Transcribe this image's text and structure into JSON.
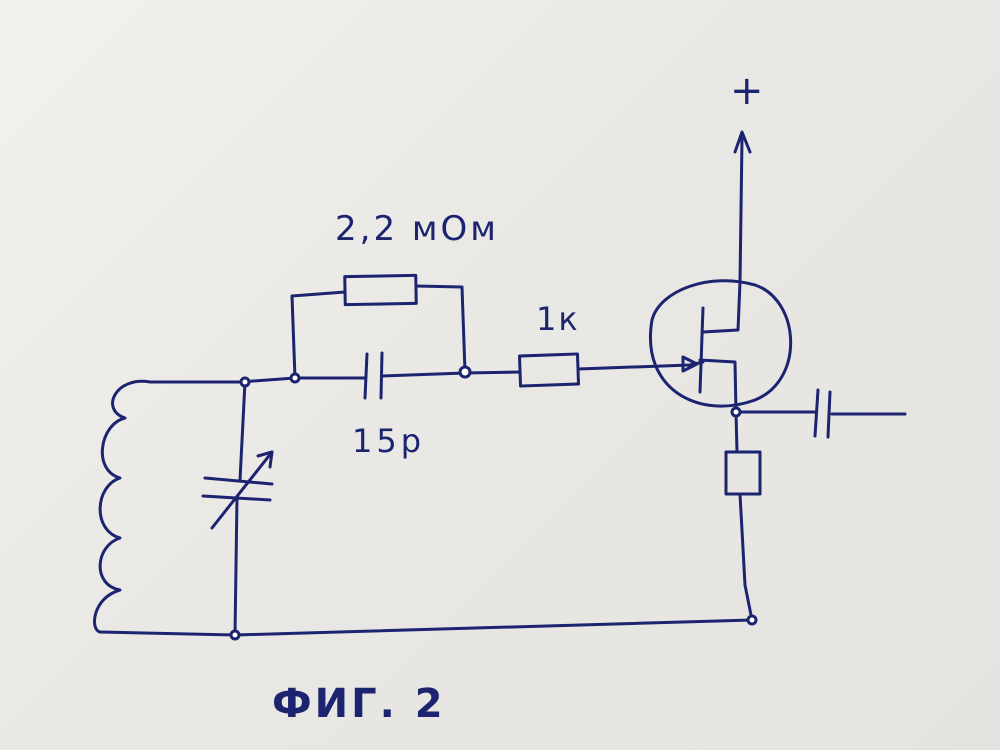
{
  "labels": {
    "feedback_resistor": "2,2 мОм",
    "gate_resistor": "1к",
    "feedback_capacitor": "15р",
    "supply": "+"
  },
  "caption": "ФИГ. 2",
  "colors": {
    "ink": "#1c2470",
    "paper": "#eceae6"
  }
}
